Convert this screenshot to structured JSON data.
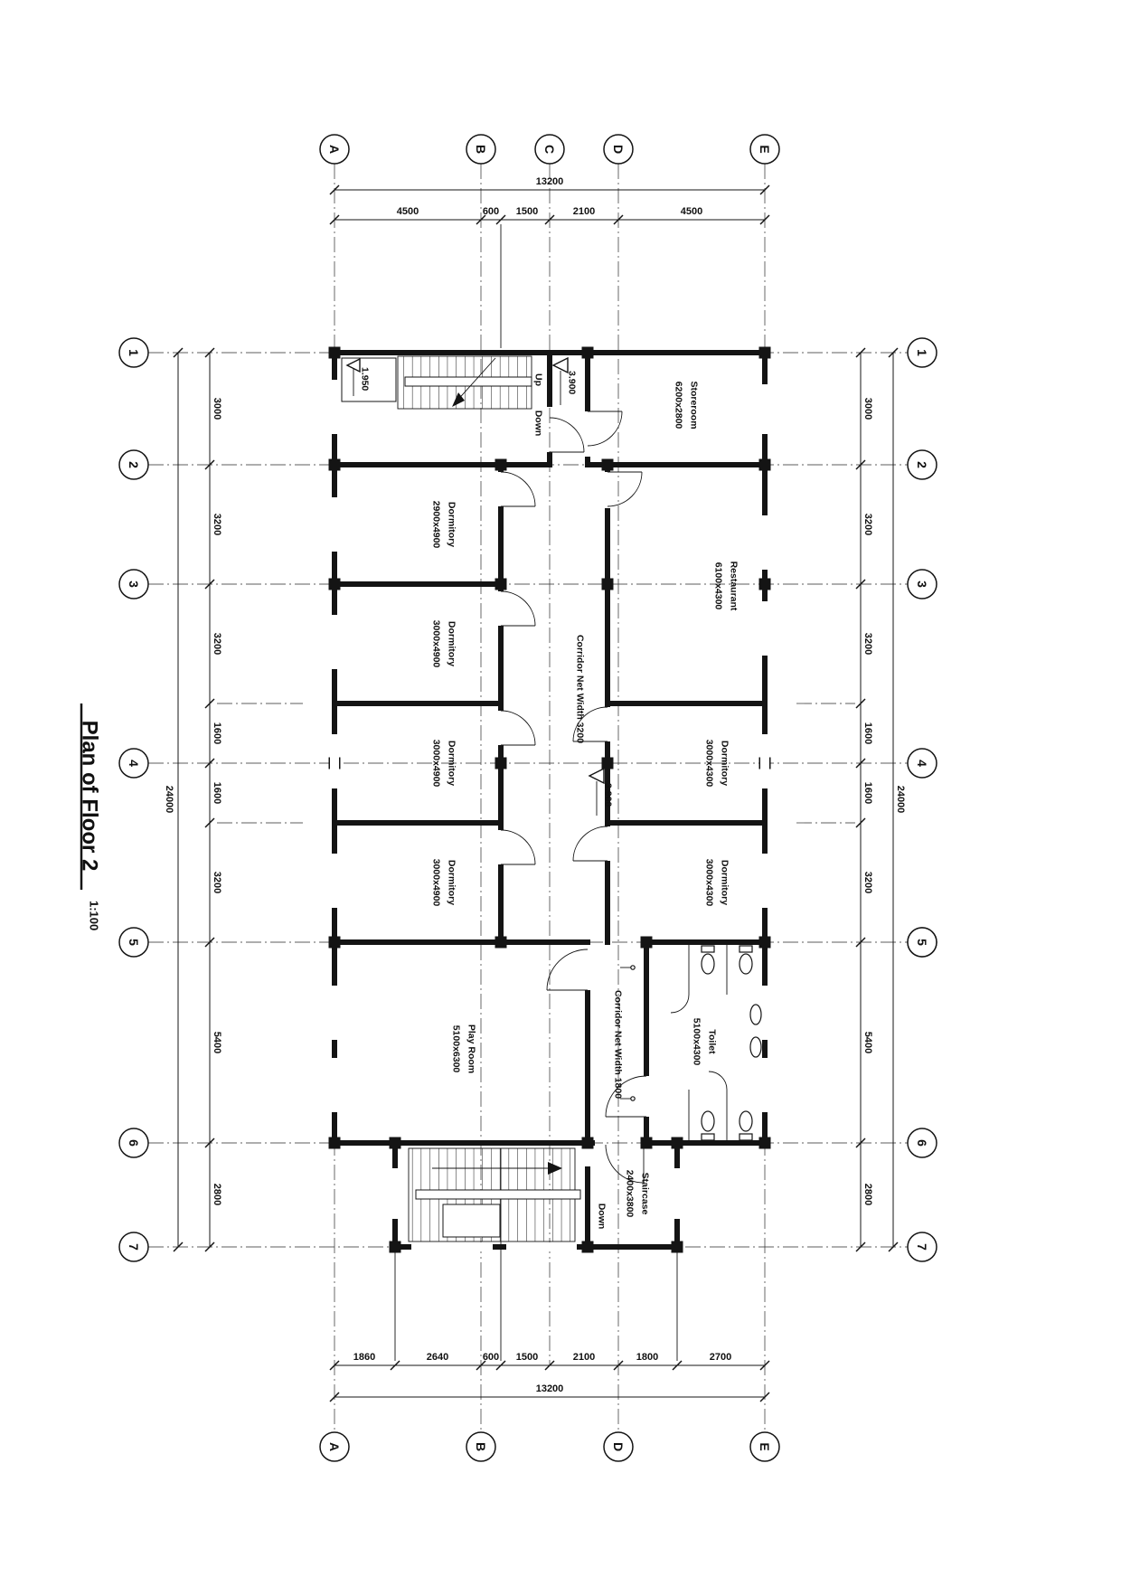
{
  "title": {
    "text": "Plan of Floor 2",
    "scale": "1:100"
  },
  "grid": {
    "cols": [
      "A",
      "B",
      "C",
      "D",
      "E"
    ],
    "rows": [
      "1",
      "2",
      "3",
      "4",
      "5",
      "6",
      "7"
    ]
  },
  "dims": {
    "top": {
      "overall": "13200",
      "segments": [
        "4500",
        "600",
        "1500",
        "2100",
        "4500"
      ]
    },
    "bottom": {
      "overall": "13200",
      "segments": [
        "1860",
        "2640",
        "600",
        "1500",
        "2100",
        "1800",
        "2700"
      ]
    },
    "side": {
      "overall": "24000",
      "segments": [
        "3000",
        "3200",
        "3200",
        "1600",
        "1600",
        "3200",
        "5400",
        "2800"
      ]
    }
  },
  "rooms": [
    {
      "name": "Storeroom",
      "size": "6200x2800"
    },
    {
      "name": "Dormitory",
      "size": "2900x4900"
    },
    {
      "name": "Dormitory",
      "size": "3000x4900"
    },
    {
      "name": "Dormitory",
      "size": "3000x4900"
    },
    {
      "name": "Dormitory",
      "size": "3000x4900"
    },
    {
      "name": "Play Room",
      "size": "5100x6300"
    },
    {
      "name": "Restaurant",
      "size": "6100x4300"
    },
    {
      "name": "Dormitory",
      "size": "3000x4300"
    },
    {
      "name": "Dormitory",
      "size": "3000x4300"
    },
    {
      "name": "Toilet",
      "size": "5100x4300"
    },
    {
      "name": "Staircase",
      "size": "2400x3800"
    }
  ],
  "corridors": [
    {
      "label": "Corridor Net Width 3200"
    },
    {
      "label": "Corridor Net Width 1800"
    }
  ],
  "annotations": {
    "up": "Up",
    "down_top": "Down",
    "down_bottom": "Down",
    "elev_top": "3.900",
    "elev_mid": "3.900",
    "elev_stair": "1.950"
  }
}
